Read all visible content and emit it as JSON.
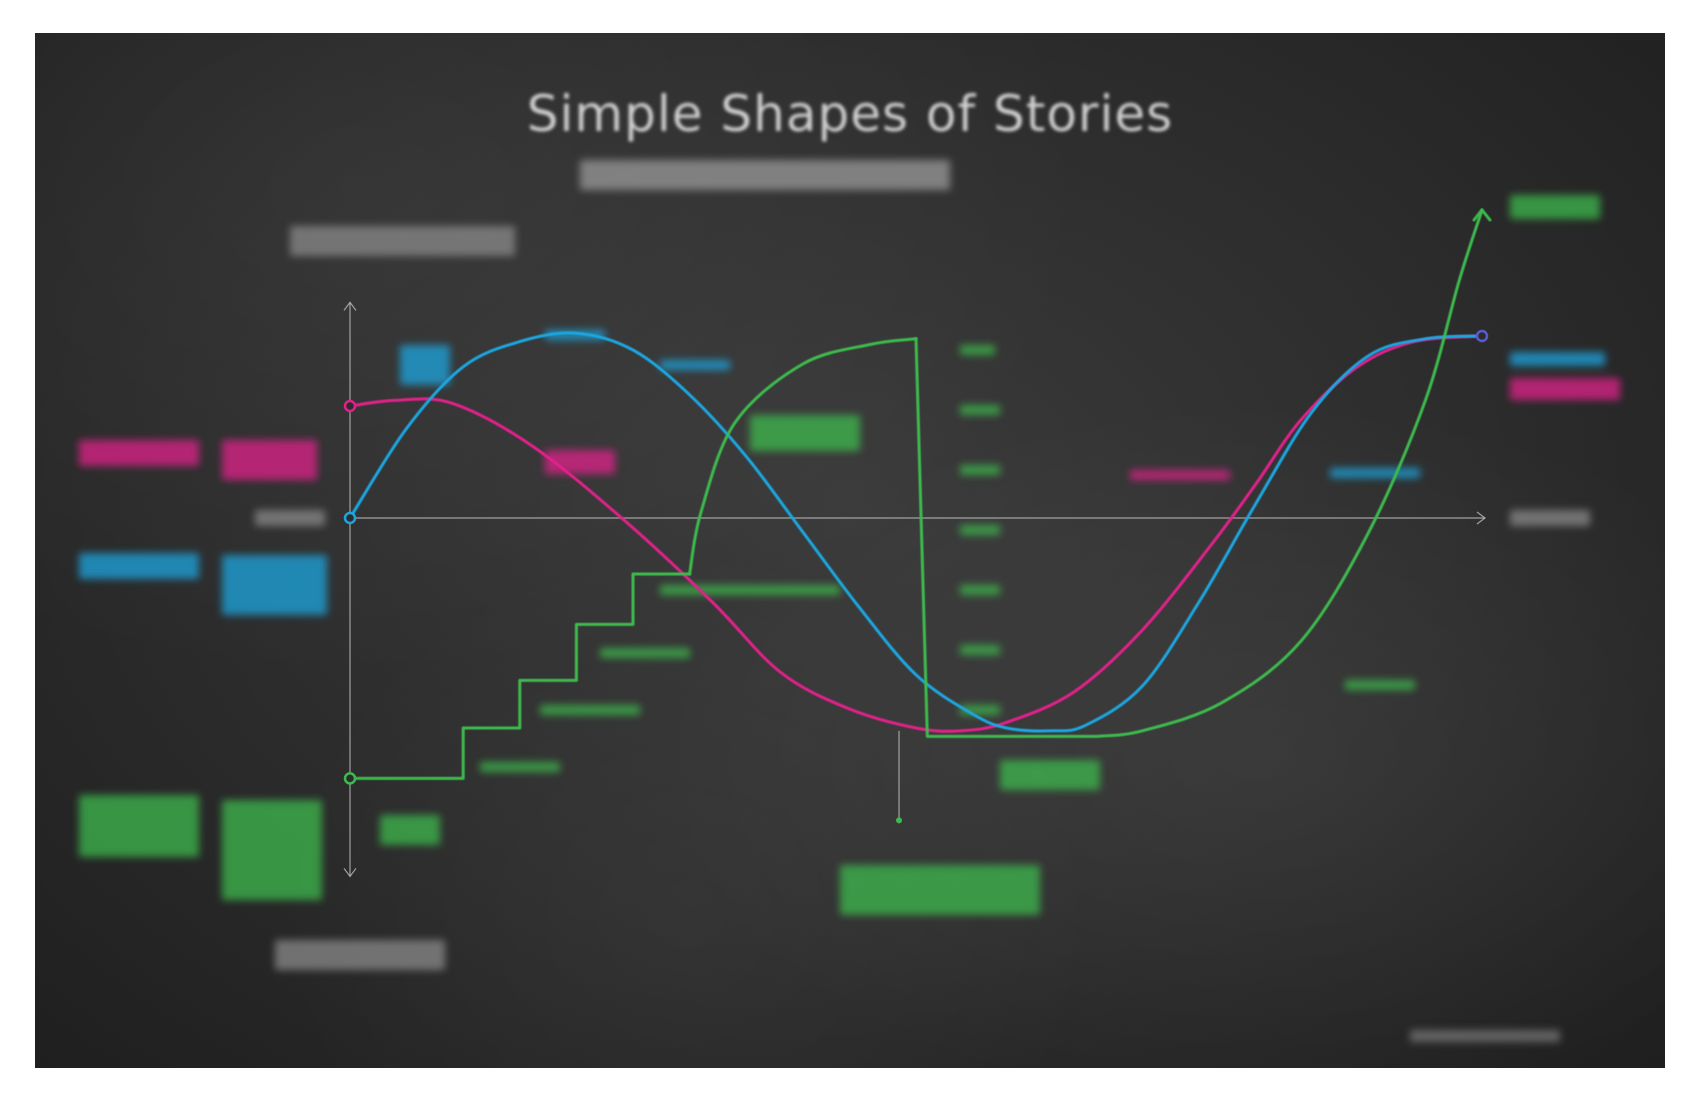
{
  "chart_data": {
    "type": "line",
    "title": "Simple Shapes of Stories",
    "xlabel": "",
    "ylabel": "",
    "xlim": [
      0,
      100
    ],
    "ylim": [
      -100,
      100
    ],
    "grid": false,
    "series": [
      {
        "color": "#e0218a",
        "points": [
          [
            0,
            40
          ],
          [
            4,
            42
          ],
          [
            9,
            41
          ],
          [
            16,
            26
          ],
          [
            24,
            0
          ],
          [
            32,
            -30
          ],
          [
            38,
            -55
          ],
          [
            44,
            -68
          ],
          [
            50,
            -75
          ],
          [
            54,
            -76
          ],
          [
            58,
            -73
          ],
          [
            64,
            -62
          ],
          [
            70,
            -40
          ],
          [
            76,
            -10
          ],
          [
            80,
            12
          ],
          [
            84,
            35
          ],
          [
            89,
            54
          ],
          [
            94,
            63
          ],
          [
            100,
            65
          ]
        ]
      },
      {
        "color": "#1ba6e0",
        "points": [
          [
            0,
            0
          ],
          [
            5,
            32
          ],
          [
            10,
            54
          ],
          [
            15,
            63
          ],
          [
            20,
            66
          ],
          [
            25,
            60
          ],
          [
            30,
            44
          ],
          [
            35,
            22
          ],
          [
            40,
            -5
          ],
          [
            45,
            -32
          ],
          [
            50,
            -56
          ],
          [
            55,
            -70
          ],
          [
            58,
            -75
          ],
          [
            62,
            -76
          ],
          [
            65,
            -74
          ],
          [
            70,
            -60
          ],
          [
            75,
            -30
          ],
          [
            80,
            5
          ],
          [
            85,
            38
          ],
          [
            90,
            58
          ],
          [
            95,
            64
          ],
          [
            100,
            65
          ]
        ]
      },
      {
        "color": "#3dba4e",
        "steps": [
          [
            0,
            -93
          ],
          [
            10,
            -93
          ],
          [
            10,
            -75
          ],
          [
            15,
            -75
          ],
          [
            15,
            -58
          ],
          [
            20,
            -58
          ],
          [
            20,
            -38
          ],
          [
            25,
            -38
          ],
          [
            25,
            -20
          ],
          [
            30,
            -20
          ]
        ],
        "curve": [
          [
            30,
            -20
          ],
          [
            31,
            2
          ],
          [
            34,
            34
          ],
          [
            40,
            55
          ],
          [
            46,
            62
          ],
          [
            50,
            64
          ]
        ],
        "drop": [
          [
            50,
            64
          ],
          [
            51,
            -78
          ],
          [
            66,
            -78
          ],
          [
            70,
            -76
          ],
          [
            77,
            -66
          ],
          [
            84,
            -44
          ],
          [
            90,
            -5
          ],
          [
            95,
            42
          ],
          [
            98,
            85
          ],
          [
            100,
            110
          ]
        ]
      }
    ]
  },
  "colors": {
    "board": "#2c2c2c",
    "chalk": "#cfcfcf",
    "magenta": "#e0218a",
    "blue": "#1ba6e0",
    "green": "#3dba4e"
  }
}
